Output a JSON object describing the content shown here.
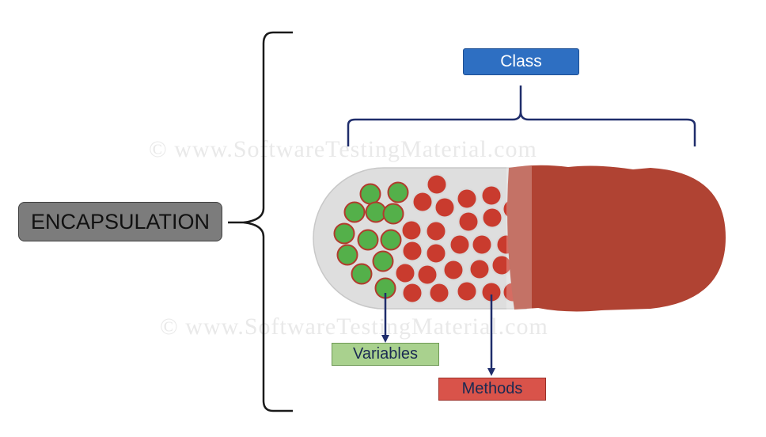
{
  "labels": {
    "encapsulation": "ENCAPSULATION",
    "class": "Class",
    "variables": "Variables",
    "methods": "Methods"
  },
  "watermark": "©  www.SoftwareTestingMaterial.com",
  "colors": {
    "encapsulation_fill": "#7c7c7c",
    "class_fill": "#2e6fc2",
    "variables_fill": "#a9d18e",
    "methods_fill": "#d9534a",
    "capsule_red": "#b04333",
    "capsule_clear": "#dedede",
    "variable_ball": "#54b04a",
    "method_ball": "#c93b2e",
    "arrow": "#1f2d6b",
    "brace": "#1a1a1a",
    "class_brace": "#1f2d6b"
  }
}
